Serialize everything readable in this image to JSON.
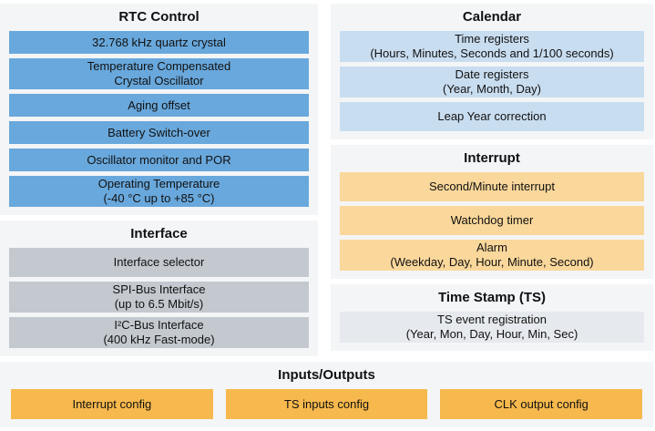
{
  "colors": {
    "page_bg": "#ffffff",
    "panel_bg": "#f3f5f7",
    "rtc_box": "#69a8dc",
    "calendar_box": "#c9ddf0",
    "interface_box": "#c4c9cf",
    "time_stamp_box": "#e6e9ed",
    "interrupt_box": "#fad79b",
    "io_box": "#f7b94d",
    "text": "#111111"
  },
  "sections": {
    "rtc_control": {
      "title": "RTC Control",
      "boxes": [
        {
          "text": "32.768 kHz quartz crystal",
          "sub": ""
        },
        {
          "text": "Temperature Compensated",
          "sub": "Crystal Oscillator"
        },
        {
          "text": "Aging offset",
          "sub": ""
        },
        {
          "text": "Battery Switch-over",
          "sub": ""
        },
        {
          "text": "Oscillator monitor and POR",
          "sub": ""
        },
        {
          "text": "Operating Temperature",
          "sub": "(-40 °C up to +85 °C)"
        }
      ]
    },
    "interface": {
      "title": "Interface",
      "boxes": [
        {
          "text": "Interface selector",
          "sub": ""
        },
        {
          "text": "SPI-Bus Interface",
          "sub": "(up to 6.5 Mbit/s)"
        },
        {
          "text": "I²C-Bus Interface",
          "sub": "(400 kHz Fast-mode)"
        }
      ]
    },
    "calendar": {
      "title": "Calendar",
      "boxes": [
        {
          "text": "Time registers",
          "sub": "(Hours, Minutes, Seconds and 1/100 seconds)"
        },
        {
          "text": "Date registers",
          "sub": "(Year, Month, Day)"
        },
        {
          "text": "Leap Year correction",
          "sub": ""
        }
      ]
    },
    "interrupt": {
      "title": "Interrupt",
      "boxes": [
        {
          "text": "Second/Minute interrupt",
          "sub": ""
        },
        {
          "text": "Watchdog timer",
          "sub": ""
        },
        {
          "text": "Alarm",
          "sub": "(Weekday, Day, Hour, Minute, Second)"
        }
      ]
    },
    "time_stamp": {
      "title": "Time Stamp (TS)",
      "boxes": [
        {
          "text": "TS event registration",
          "sub": "(Year, Mon, Day, Hour, Min, Sec)"
        }
      ]
    },
    "inputs_outputs": {
      "title": "Inputs/Outputs",
      "boxes": [
        {
          "text": "Interrupt config",
          "sub": ""
        },
        {
          "text": "TS inputs config",
          "sub": ""
        },
        {
          "text": "CLK output config",
          "sub": ""
        }
      ]
    }
  }
}
